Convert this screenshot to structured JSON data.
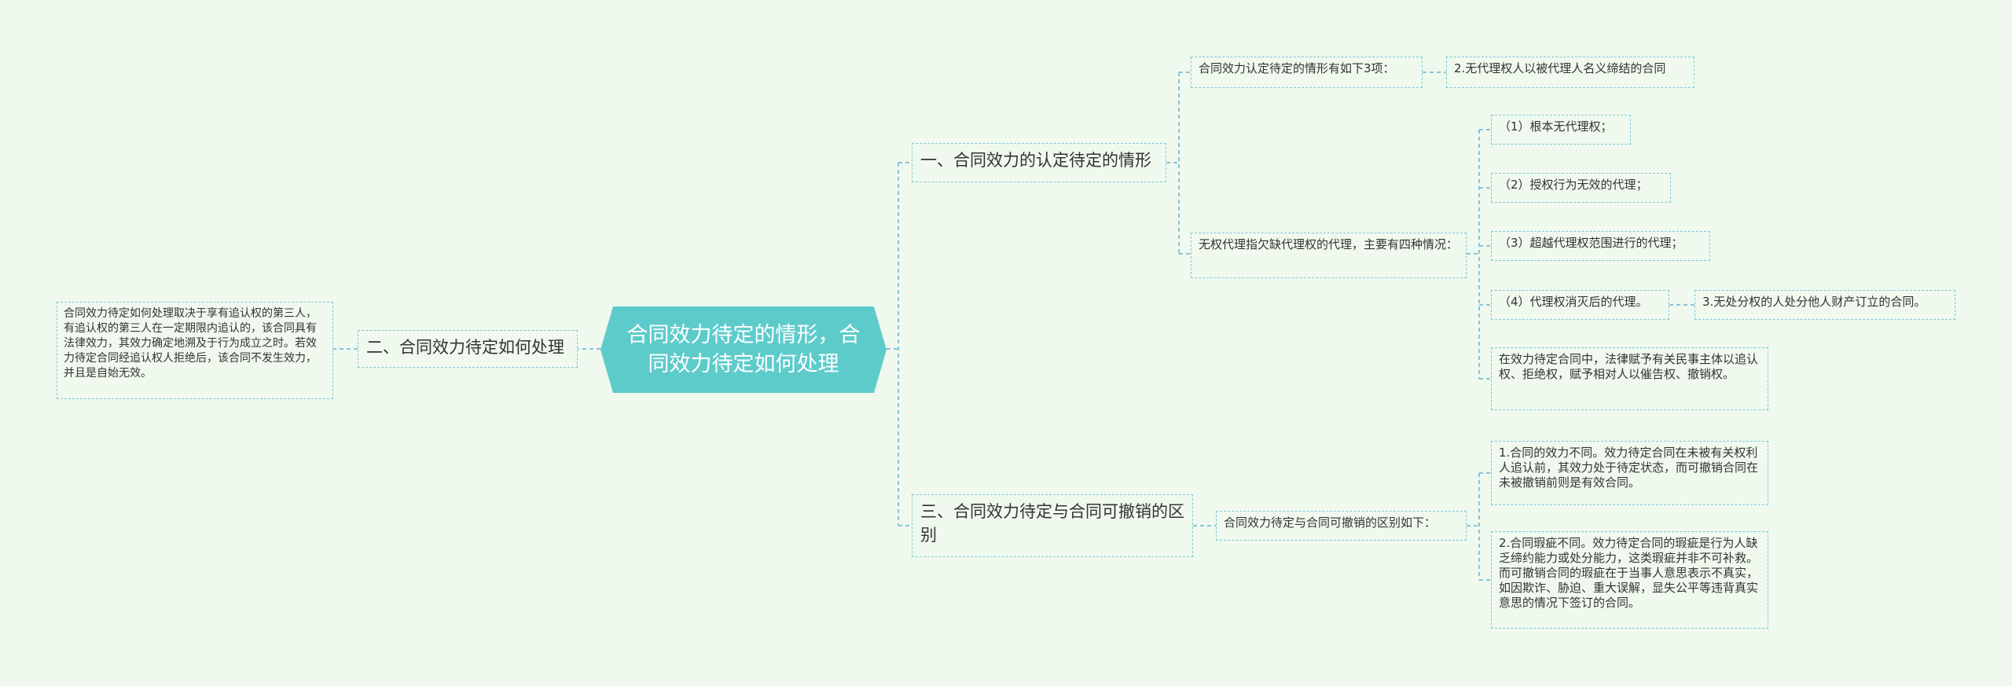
{
  "root": {
    "title": "合同效力待定的情形，合同效力待定如何处理"
  },
  "branch1": {
    "label": "一、合同效力的认定待定的情形",
    "sub_a": {
      "label": "合同效力认定待定的情形有如下3项：",
      "child": "2.无代理权人以被代理人名义缔结的合同"
    },
    "sub_b": {
      "label": "无权代理指欠缺代理权的代理，主要有四种情况：",
      "items": [
        "（1）根本无代理权；",
        "（2）授权行为无效的代理；",
        "（3）超越代理权范围进行的代理；",
        "（4）代理权消灭后的代理。"
      ],
      "item4_child": "3.无处分权的人处分他人财产订立的合同。",
      "note": "在效力待定合同中，法律赋予有关民事主体以追认权、拒绝权，赋予相对人以催告权、撤销权。"
    }
  },
  "branch2": {
    "label": "二、合同效力待定如何处理",
    "detail": "合同效力待定如何处理取决于享有追认权的第三人，有追认权的第三人在一定期限内追认的，该合同具有法律效力，其效力确定地溯及于行为成立之时。若效力待定合同经追认权人拒绝后，该合同不发生效力，并且是自始无效。"
  },
  "branch3": {
    "label": "三、合同效力待定与合同可撤销的区别",
    "sub": {
      "label": "合同效力待定与合同可撤销的区别如下：",
      "items": [
        "1.合同的效力不同。效力待定合同在未被有关权利人追认前，其效力处于待定状态，而可撤销合同在未被撤销前则是有效合同。",
        "2.合同瑕疵不同。效力待定合同的瑕疵是行为人缺乏缔约能力或处分能力，这类瑕疵并非不可补救。而可撤销合同的瑕疵在于当事人意思表示不真实，如因欺诈、胁迫、重大误解，显失公平等违背真实意思的情况下签订的合同。"
      ]
    }
  },
  "colors": {
    "background": "#f0f9ee",
    "root_fill": "#5ecbcb",
    "border": "#7ec8d6",
    "line": "#86c4dc",
    "text": "#333333"
  }
}
